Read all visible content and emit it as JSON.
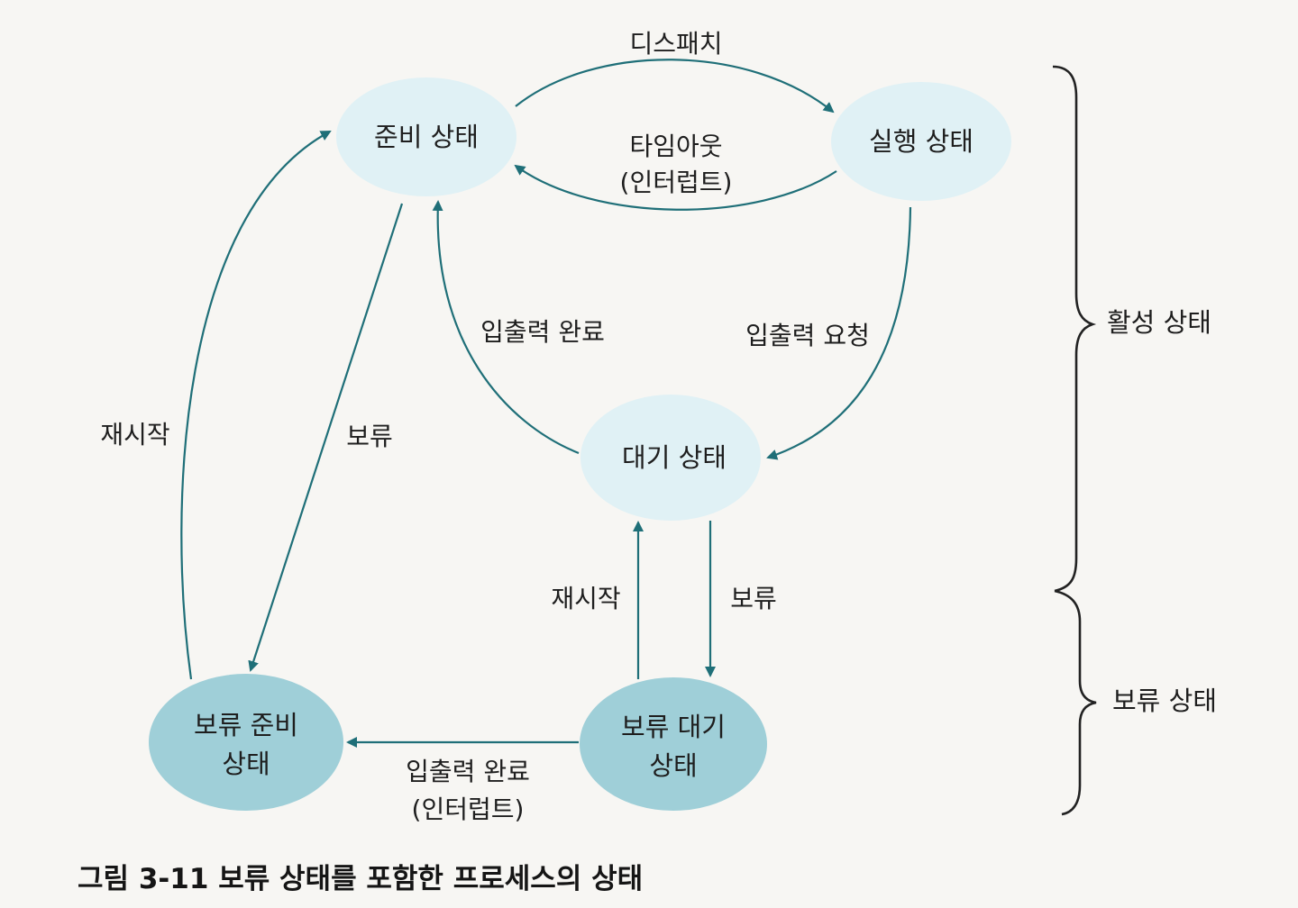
{
  "colors": {
    "node_light": "#e0f1f5",
    "node_dark": "#9fcfd8",
    "edge": "#1f6f78",
    "brace": "#222222"
  },
  "nodes": {
    "ready": "준비 상태",
    "running": "실행 상태",
    "waiting": "대기 상태",
    "suspended_ready_line1": "보류 준비",
    "suspended_ready_line2": "상태",
    "suspended_waiting_line1": "보류 대기",
    "suspended_waiting_line2": "상태"
  },
  "edges": {
    "dispatch": "디스패치",
    "timeout_line1": "타임아웃",
    "timeout_line2": "(인터럽트)",
    "io_complete": "입출력 완료",
    "io_request": "입출력 요청",
    "resume_left": "재시작",
    "suspend_left": "보류",
    "resume_center": "재시작",
    "suspend_center": "보류",
    "io_complete_bottom_line1": "입출력 완료",
    "io_complete_bottom_line2": "(인터럽트)"
  },
  "groups": {
    "active": "활성 상태",
    "suspended": "보류 상태"
  },
  "caption": "그림 3-11  보류 상태를 포함한 프로세스의 상태"
}
